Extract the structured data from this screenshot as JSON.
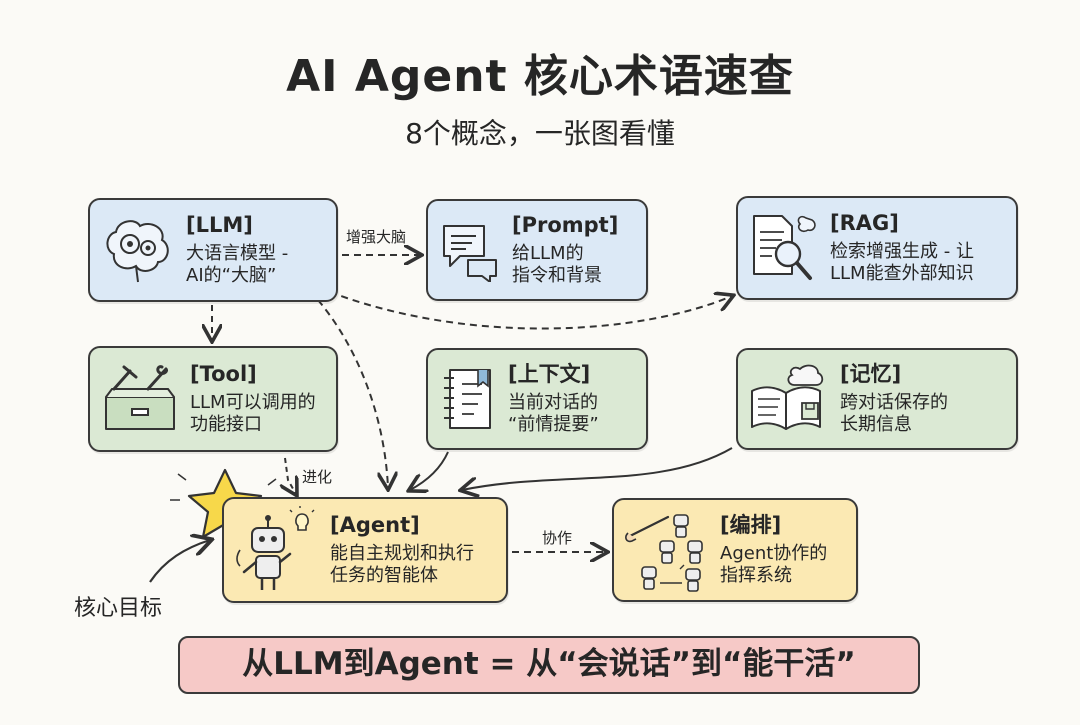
{
  "title": "AI Agent 核心术语速查",
  "subtitle": "8个概念，一张图看懂",
  "cards": {
    "llm": {
      "title": "[LLM]",
      "desc1": "大语言模型 -",
      "desc2": "AI的“大脑”",
      "icon": "brain-gears-icon"
    },
    "prompt": {
      "title": "[Prompt]",
      "desc1": "给LLM的",
      "desc2": "指令和背景",
      "icon": "chat-bubbles-icon"
    },
    "rag": {
      "title": "[RAG]",
      "desc1": "检索增强生成 - 让",
      "desc2": "LLM能查外部知识",
      "icon": "document-magnifier-icon"
    },
    "tool": {
      "title": "[Tool]",
      "desc1": "LLM可以调用的",
      "desc2": "功能接口",
      "icon": "toolbox-icon"
    },
    "context": {
      "title": "[上下文]",
      "desc1": "当前对话的",
      "desc2": "“前情提要”",
      "icon": "notebook-icon"
    },
    "memory": {
      "title": "[记忆]",
      "desc1": "跨对话保存的",
      "desc2": "长期信息",
      "icon": "book-cloud-icon"
    },
    "agent": {
      "title": "[Agent]",
      "desc1": "能自主规划和执行",
      "desc2": "任务的智能体",
      "icon": "robot-icon"
    },
    "orchestration": {
      "title": "[编排]",
      "desc1": "Agent协作的",
      "desc2": "指挥系统",
      "icon": "conductor-robots-icon"
    }
  },
  "labels": {
    "enhance": "增强大脑",
    "evolve": "进化",
    "collaborate": "协作",
    "core_goal": "核心目标"
  },
  "banner": "从LLM到Agent = 从“会说话”到“能干活”",
  "colors": {
    "blue": "#dce9f6",
    "green": "#dbe9d4",
    "yellow": "#fbe9b3",
    "banner": "#f6c9c7",
    "star": "#f7d84a"
  }
}
